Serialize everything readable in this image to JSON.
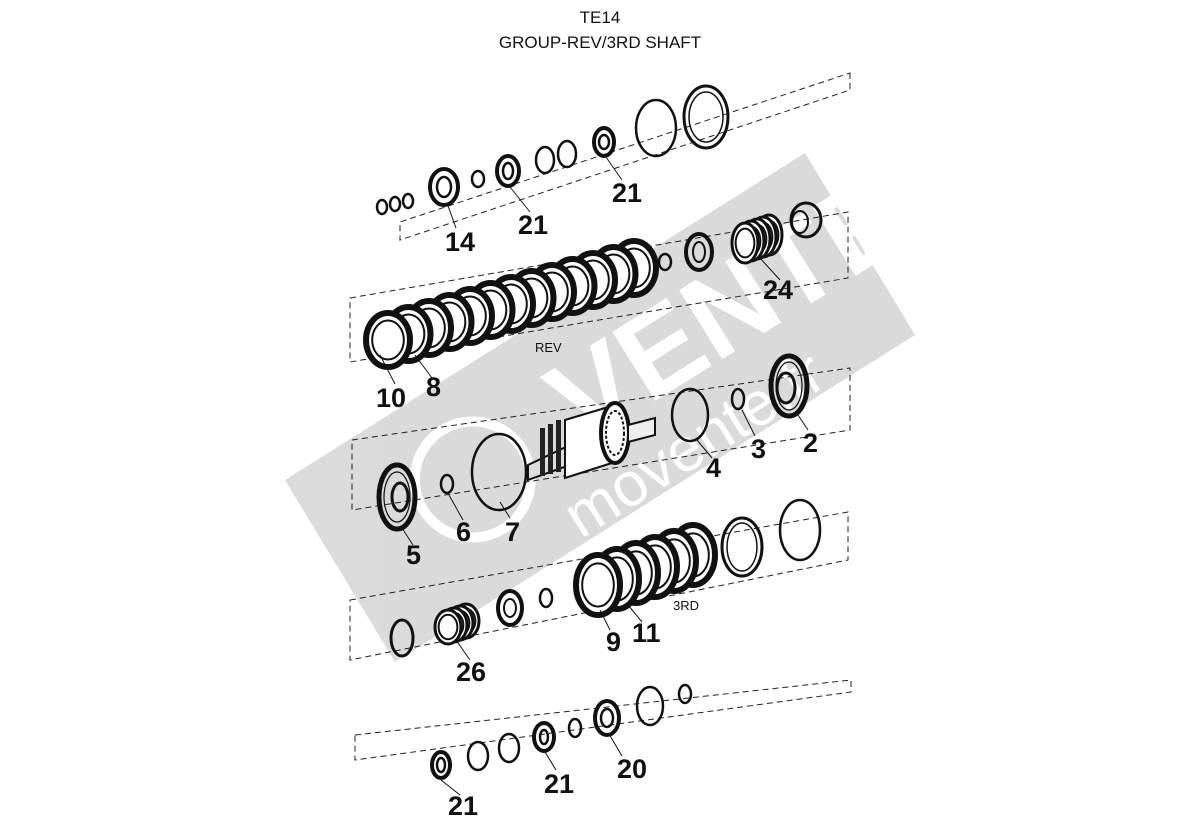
{
  "header": {
    "model": "TE14",
    "group": "GROUP-REV/3RD SHAFT"
  },
  "groups": {
    "rev": "REV",
    "third": "3RD"
  },
  "watermark": {
    "brand": "VENTE",
    "domain": "movente.fr"
  },
  "callouts": {
    "c14": "14",
    "c21a": "21",
    "c21b": "21",
    "c24": "24",
    "c10": "10",
    "c8": "8",
    "c2": "2",
    "c3": "3",
    "c4": "4",
    "c7": "7",
    "c6": "6",
    "c5": "5",
    "c9": "9",
    "c11": "11",
    "c26": "26",
    "c20": "20",
    "c21c": "21",
    "c21d": "21"
  },
  "colors": {
    "ink": "#111111",
    "watermark": "#c8c8c8"
  }
}
